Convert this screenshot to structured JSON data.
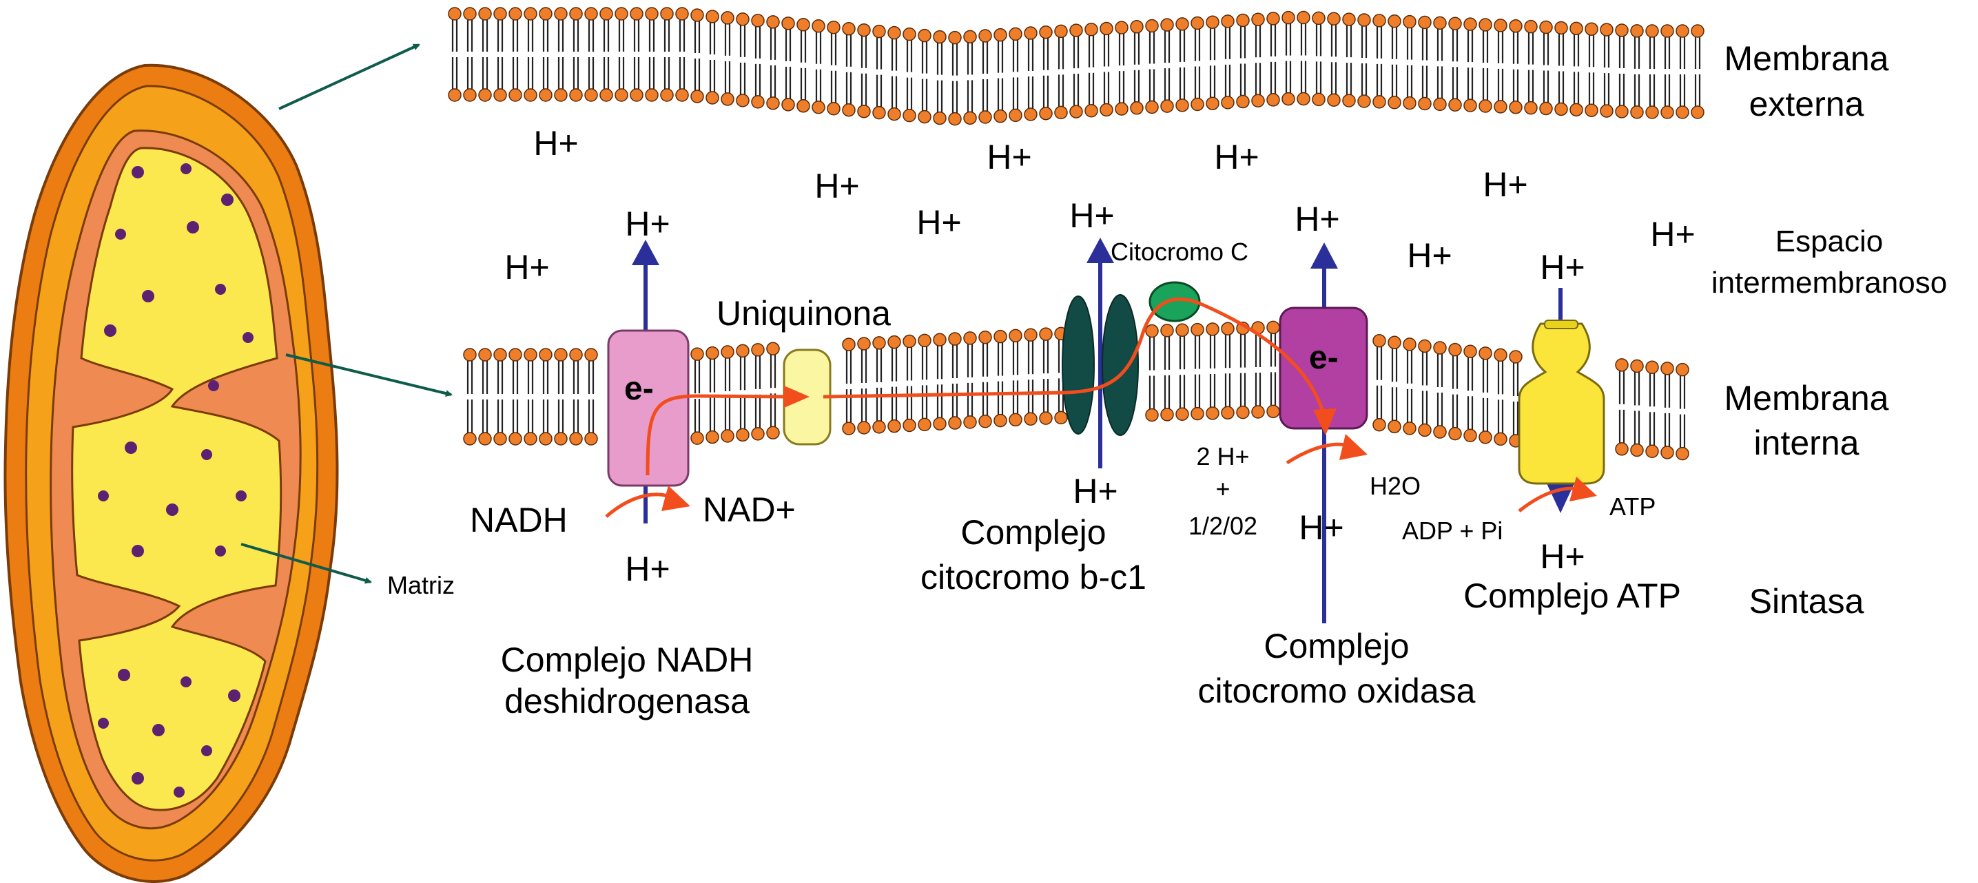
{
  "labels": {
    "outer_membrane": [
      "Membrana",
      "externa"
    ],
    "intermembrane_space": [
      "Espacio",
      "intermembranoso"
    ],
    "inner_membrane": [
      "Membrana",
      "interna"
    ],
    "matrix": "Matriz",
    "ubiquinone": "Uniquinona",
    "cytochrome_c": "Citocromo C",
    "nadh": "NADH",
    "nad_plus": "NAD+",
    "electron": "e-",
    "water_reaction": [
      "2 H+",
      "+",
      "1/2/02"
    ],
    "h2o": "H2O",
    "adp_pi": "ADP + Pi",
    "atp": "ATP",
    "proton": "H+"
  },
  "complexes": {
    "nadh_dehydrogenase": [
      "Complejo NADH",
      "deshidrogenasa"
    ],
    "cytochrome_bc1": [
      "Complejo",
      "citocromo b-c1"
    ],
    "cytochrome_oxidase": [
      "Complejo",
      "citocromo oxidasa"
    ],
    "atp_synthase": [
      "Complejo ATP",
      "Sintasa"
    ]
  },
  "colors": {
    "mito_outer": "#ec7d13",
    "mito_inner_space": "#f6a11a",
    "cristae": "#ee8a52",
    "matrix": "#fbe84f",
    "matrix_dots": "#5c2170",
    "lipid_head": "#ee7e2a",
    "nadh_complex": "#e89ccb",
    "ubiquinone": "#fbf6a1",
    "bc1_complex": "#124b45",
    "cytochrome_c": "#1aa35b",
    "oxidase_complex": "#b23fa2",
    "atp_synthase": "#fbe53b",
    "electron_path": "#f24d1c",
    "proton_arrow": "#2b2f99",
    "pointer_arrow": "#0f5c4c"
  }
}
